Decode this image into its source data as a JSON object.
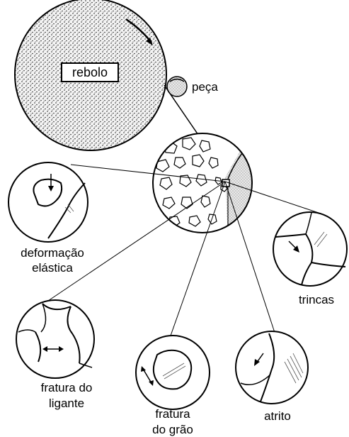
{
  "labels": {
    "rebolo": "rebolo",
    "peca": "peça",
    "deformacao_1": "deformação",
    "deformacao_2": "elástica",
    "trincas": "trincas",
    "fratura_ligante_1": "fratura do",
    "fratura_ligante_2": "ligante",
    "fratura_grao_1": "fratura",
    "fratura_grao_2": "do grão",
    "atrito": "atrito"
  }
}
